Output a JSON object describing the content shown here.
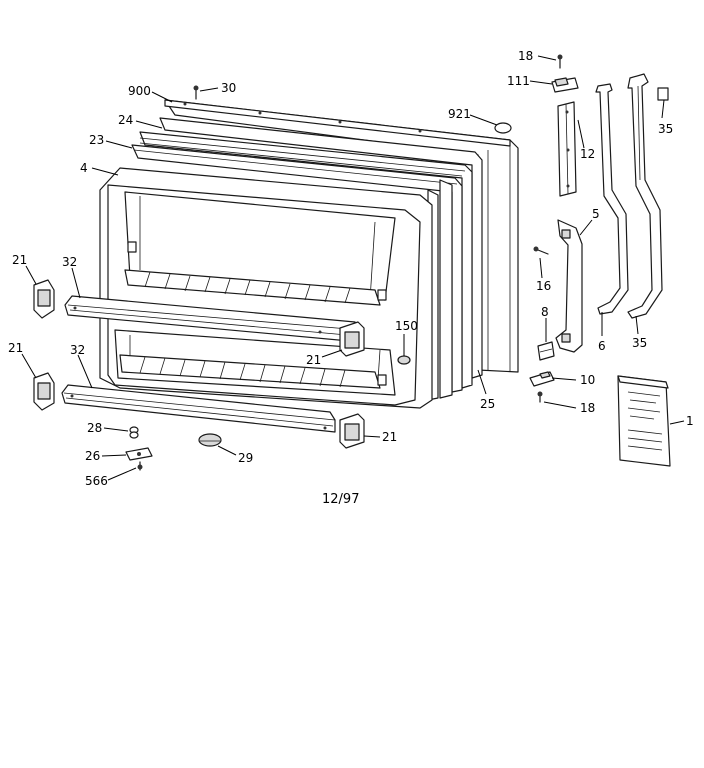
{
  "date_code": "12/97",
  "callouts": {
    "c18_top": "18",
    "c900": "900",
    "c30": "30",
    "c111": "111",
    "c921": "921",
    "c24": "24",
    "c35_top": "35",
    "c23": "23",
    "c12": "12",
    "c4": "4",
    "c5": "5",
    "c21_left_top": "21",
    "c32_top": "32",
    "c16": "16",
    "c8": "8",
    "c150": "150",
    "c21_mid": "21",
    "c6": "6",
    "c35_bottom": "35",
    "c21_left_bottom": "21",
    "c32_bottom": "32",
    "c10": "10",
    "c25": "25",
    "c18_bottom": "18",
    "c1": "1",
    "c28": "28",
    "c21_right": "21",
    "c26": "26",
    "c29": "29",
    "c566": "566"
  }
}
